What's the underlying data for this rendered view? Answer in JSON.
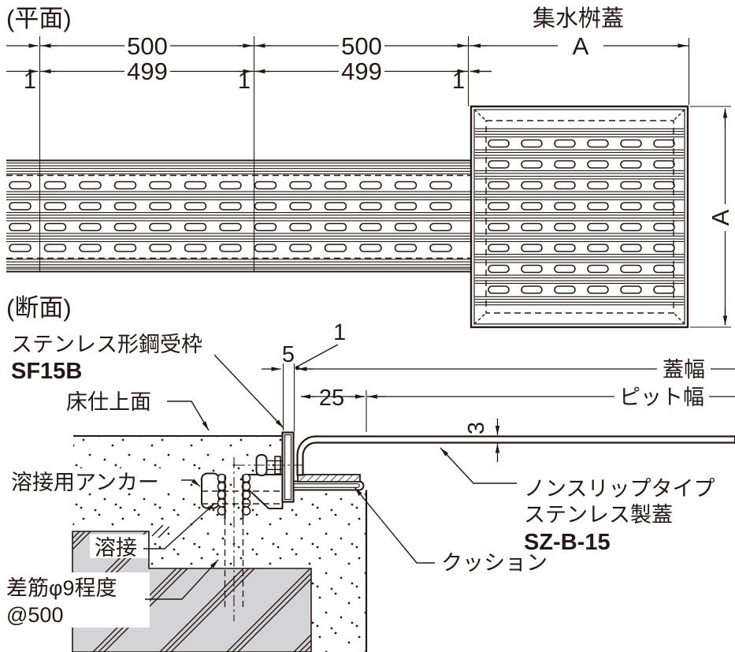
{
  "plan": {
    "title": "(平面)",
    "cover_label": "集水桝蓋",
    "dim_pitch_1": "500",
    "dim_pitch_2": "500",
    "dim_panel_1": "499",
    "dim_panel_2": "499",
    "dim_gap_1": "1",
    "dim_gap_2": "1",
    "dim_gap_3": "1",
    "dim_cover_width": "A",
    "dim_cover_height": "A"
  },
  "section": {
    "title": "(断面)",
    "frame_label": "ステンレス形鋼受枠",
    "frame_model": "SF15B",
    "floor_label": "床仕上面",
    "anchor_label": "溶接用アンカー",
    "weld_label": "溶接",
    "dowel_label": "差筋φ9程度",
    "dowel_spacing": "@500",
    "dim_frame_top": "5",
    "dim_gap": "1",
    "dim_bearing": "25",
    "dim_plate_thickness": "3",
    "cover_width_label": "蓋幅",
    "pit_width_label": "ピット幅",
    "cover_type_line1": "ノンスリップタイプ",
    "cover_type_line2": "ステンレス製蓋",
    "cover_model": "SZ-B-15",
    "cushion_label": "クッション"
  },
  "colors": {
    "line": "#231815",
    "slab": "#d4d4d6",
    "background": "#ffffff"
  }
}
